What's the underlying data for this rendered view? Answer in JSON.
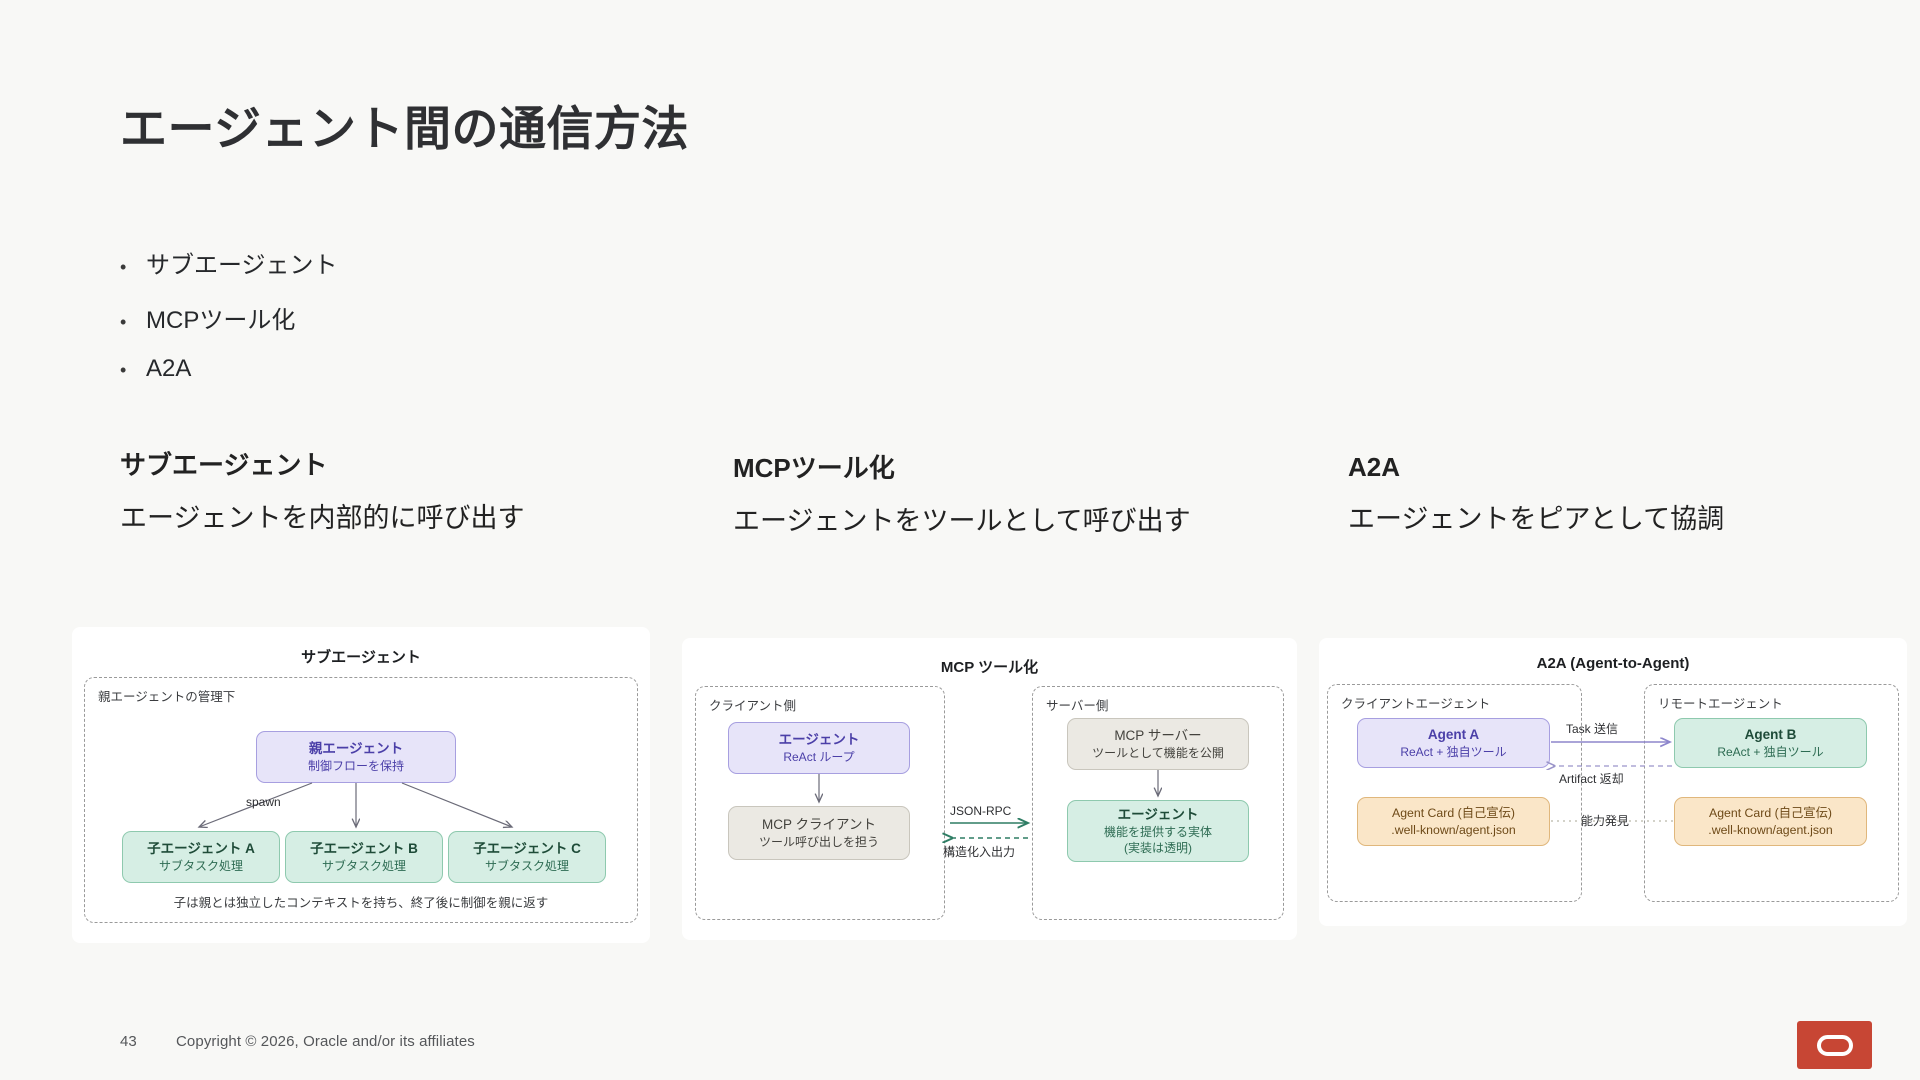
{
  "slide": {
    "title": "エージェント間の通信方法",
    "bullets": [
      "サブエージェント",
      "MCPツール化",
      "A2A"
    ],
    "columns": [
      {
        "heading": "サブエージェント",
        "subheading": "エージェントを内部的に呼び出す"
      },
      {
        "heading": "MCPツール化",
        "subheading": "エージェントをツールとして呼び出す"
      },
      {
        "heading": "A2A",
        "subheading": "エージェントをピアとして協調"
      }
    ]
  },
  "diagram_subagent": {
    "title": "サブエージェント",
    "group_label": "親エージェントの管理下",
    "parent": {
      "name": "親エージェント",
      "desc": "制御フローを保持"
    },
    "spawn_label": "spawn",
    "children": [
      {
        "name": "子エージェント A",
        "desc": "サブタスク処理"
      },
      {
        "name": "子エージェント B",
        "desc": "サブタスク処理"
      },
      {
        "name": "子エージェント C",
        "desc": "サブタスク処理"
      }
    ],
    "footnote": "子は親とは独立したコンテキストを持ち、終了後に制御を親に返す"
  },
  "diagram_mcp": {
    "title": "MCP ツール化",
    "client_group_label": "クライアント側",
    "server_group_label": "サーバー側",
    "client_agent": {
      "name": "エージェント",
      "desc": "ReAct ループ"
    },
    "mcp_client": {
      "name": "MCP クライアント",
      "desc": "ツール呼び出しを担う"
    },
    "mcp_server": {
      "name": "MCP サーバー",
      "desc": "ツールとして機能を公開"
    },
    "server_agent": {
      "name": "エージェント",
      "desc": "機能を提供する実体",
      "desc2": "(実装は透明)"
    },
    "edge_forward": "JSON-RPC",
    "edge_back": "構造化入出力"
  },
  "diagram_a2a": {
    "title": "A2A (Agent-to-Agent)",
    "client_group_label": "クライアントエージェント",
    "remote_group_label": "リモートエージェント",
    "agent_a": {
      "name": "Agent A",
      "desc": "ReAct + 独自ツール"
    },
    "agent_b": {
      "name": "Agent B",
      "desc": "ReAct + 独自ツール"
    },
    "card_a": {
      "name": "Agent Card (自己宣伝)",
      "desc": ".well-known/agent.json"
    },
    "card_b": {
      "name": "Agent Card (自己宣伝)",
      "desc": ".well-known/agent.json"
    },
    "edge_task": "Task 送信",
    "edge_artifact": "Artifact 返却",
    "edge_discovery": "能力発見"
  },
  "footer": {
    "page_number": "43",
    "copyright": "Copyright © 2026, Oracle and/or its affiliates",
    "logo": "oracle-logo"
  },
  "colors": {
    "background": "#f8f8f6",
    "card": "#ffffff",
    "purple_fill": "#e7e4f9",
    "purple_stroke": "#a79fe0",
    "green_fill": "#d6eee4",
    "green_stroke": "#8ec9ae",
    "grey_fill": "#ebe9e3",
    "grey_stroke": "#c9c6bd",
    "orange_fill": "#fae6c8",
    "orange_stroke": "#e0b77c",
    "oracle_red": "#c74634"
  }
}
